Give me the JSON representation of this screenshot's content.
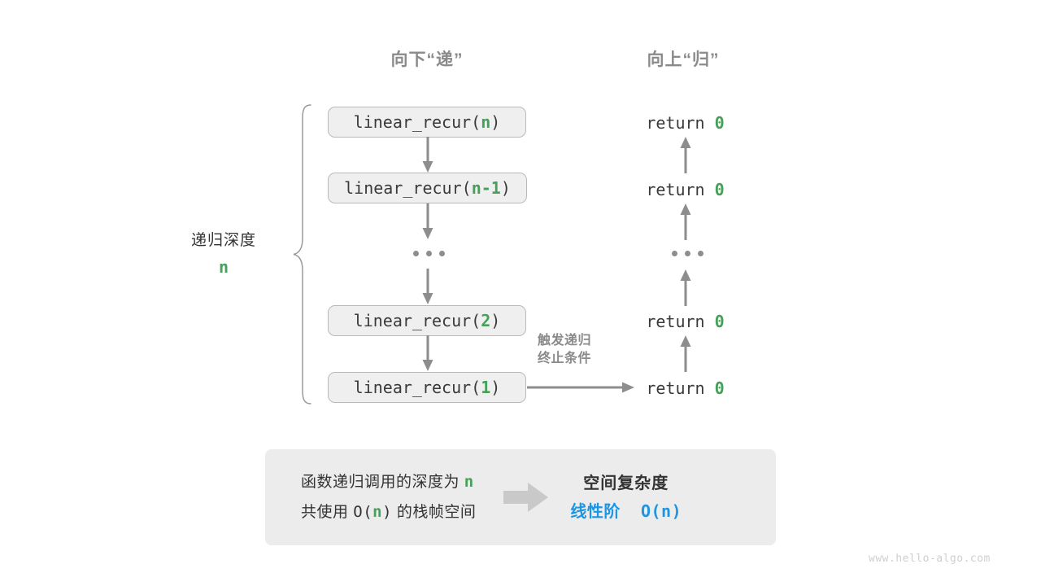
{
  "diagram": {
    "headers": {
      "down": "向下“递”",
      "up": "向上“归”"
    },
    "depth_brace": {
      "label": "递归深度",
      "value": "n"
    },
    "call_stack": [
      {
        "name": "linear_recur(",
        "arg": "n",
        "close": ")"
      },
      {
        "name": "linear_recur(",
        "arg": "n-1",
        "close": ")"
      },
      {
        "ellipsis": "..."
      },
      {
        "name": "linear_recur(",
        "arg": "2",
        "close": ")"
      },
      {
        "name": "linear_recur(",
        "arg": "1",
        "close": ")"
      }
    ],
    "returns": [
      {
        "text": "return ",
        "value": "0"
      },
      {
        "text": "return ",
        "value": "0"
      },
      {
        "ellipsis": "..."
      },
      {
        "text": "return ",
        "value": "0"
      },
      {
        "text": "return ",
        "value": "0"
      }
    ],
    "trigger_note": {
      "line1": "触发递归",
      "line2": "终止条件"
    },
    "summary": {
      "left_line1_a": "函数递归调用的深度为 ",
      "left_line1_n": "n",
      "left_line2_a": "共使用 ",
      "left_line2_b": "O(",
      "left_line2_n": "n",
      "left_line2_c": ")",
      "left_line2_d": " 的栈帧空间",
      "arrow_icon": "right-arrow-icon",
      "right_title": "空间复杂度",
      "right_order": "线性阶",
      "right_value": "O(n)"
    },
    "watermark": "www.hello-algo.com",
    "colors": {
      "green": "#46a05a",
      "blue": "#1e95e3",
      "gray_text": "#8a8a8a",
      "box_fill": "#efefef",
      "box_border": "#b9b9b9",
      "panel_fill": "#ececec",
      "arrow": "#8d8d8d"
    }
  }
}
